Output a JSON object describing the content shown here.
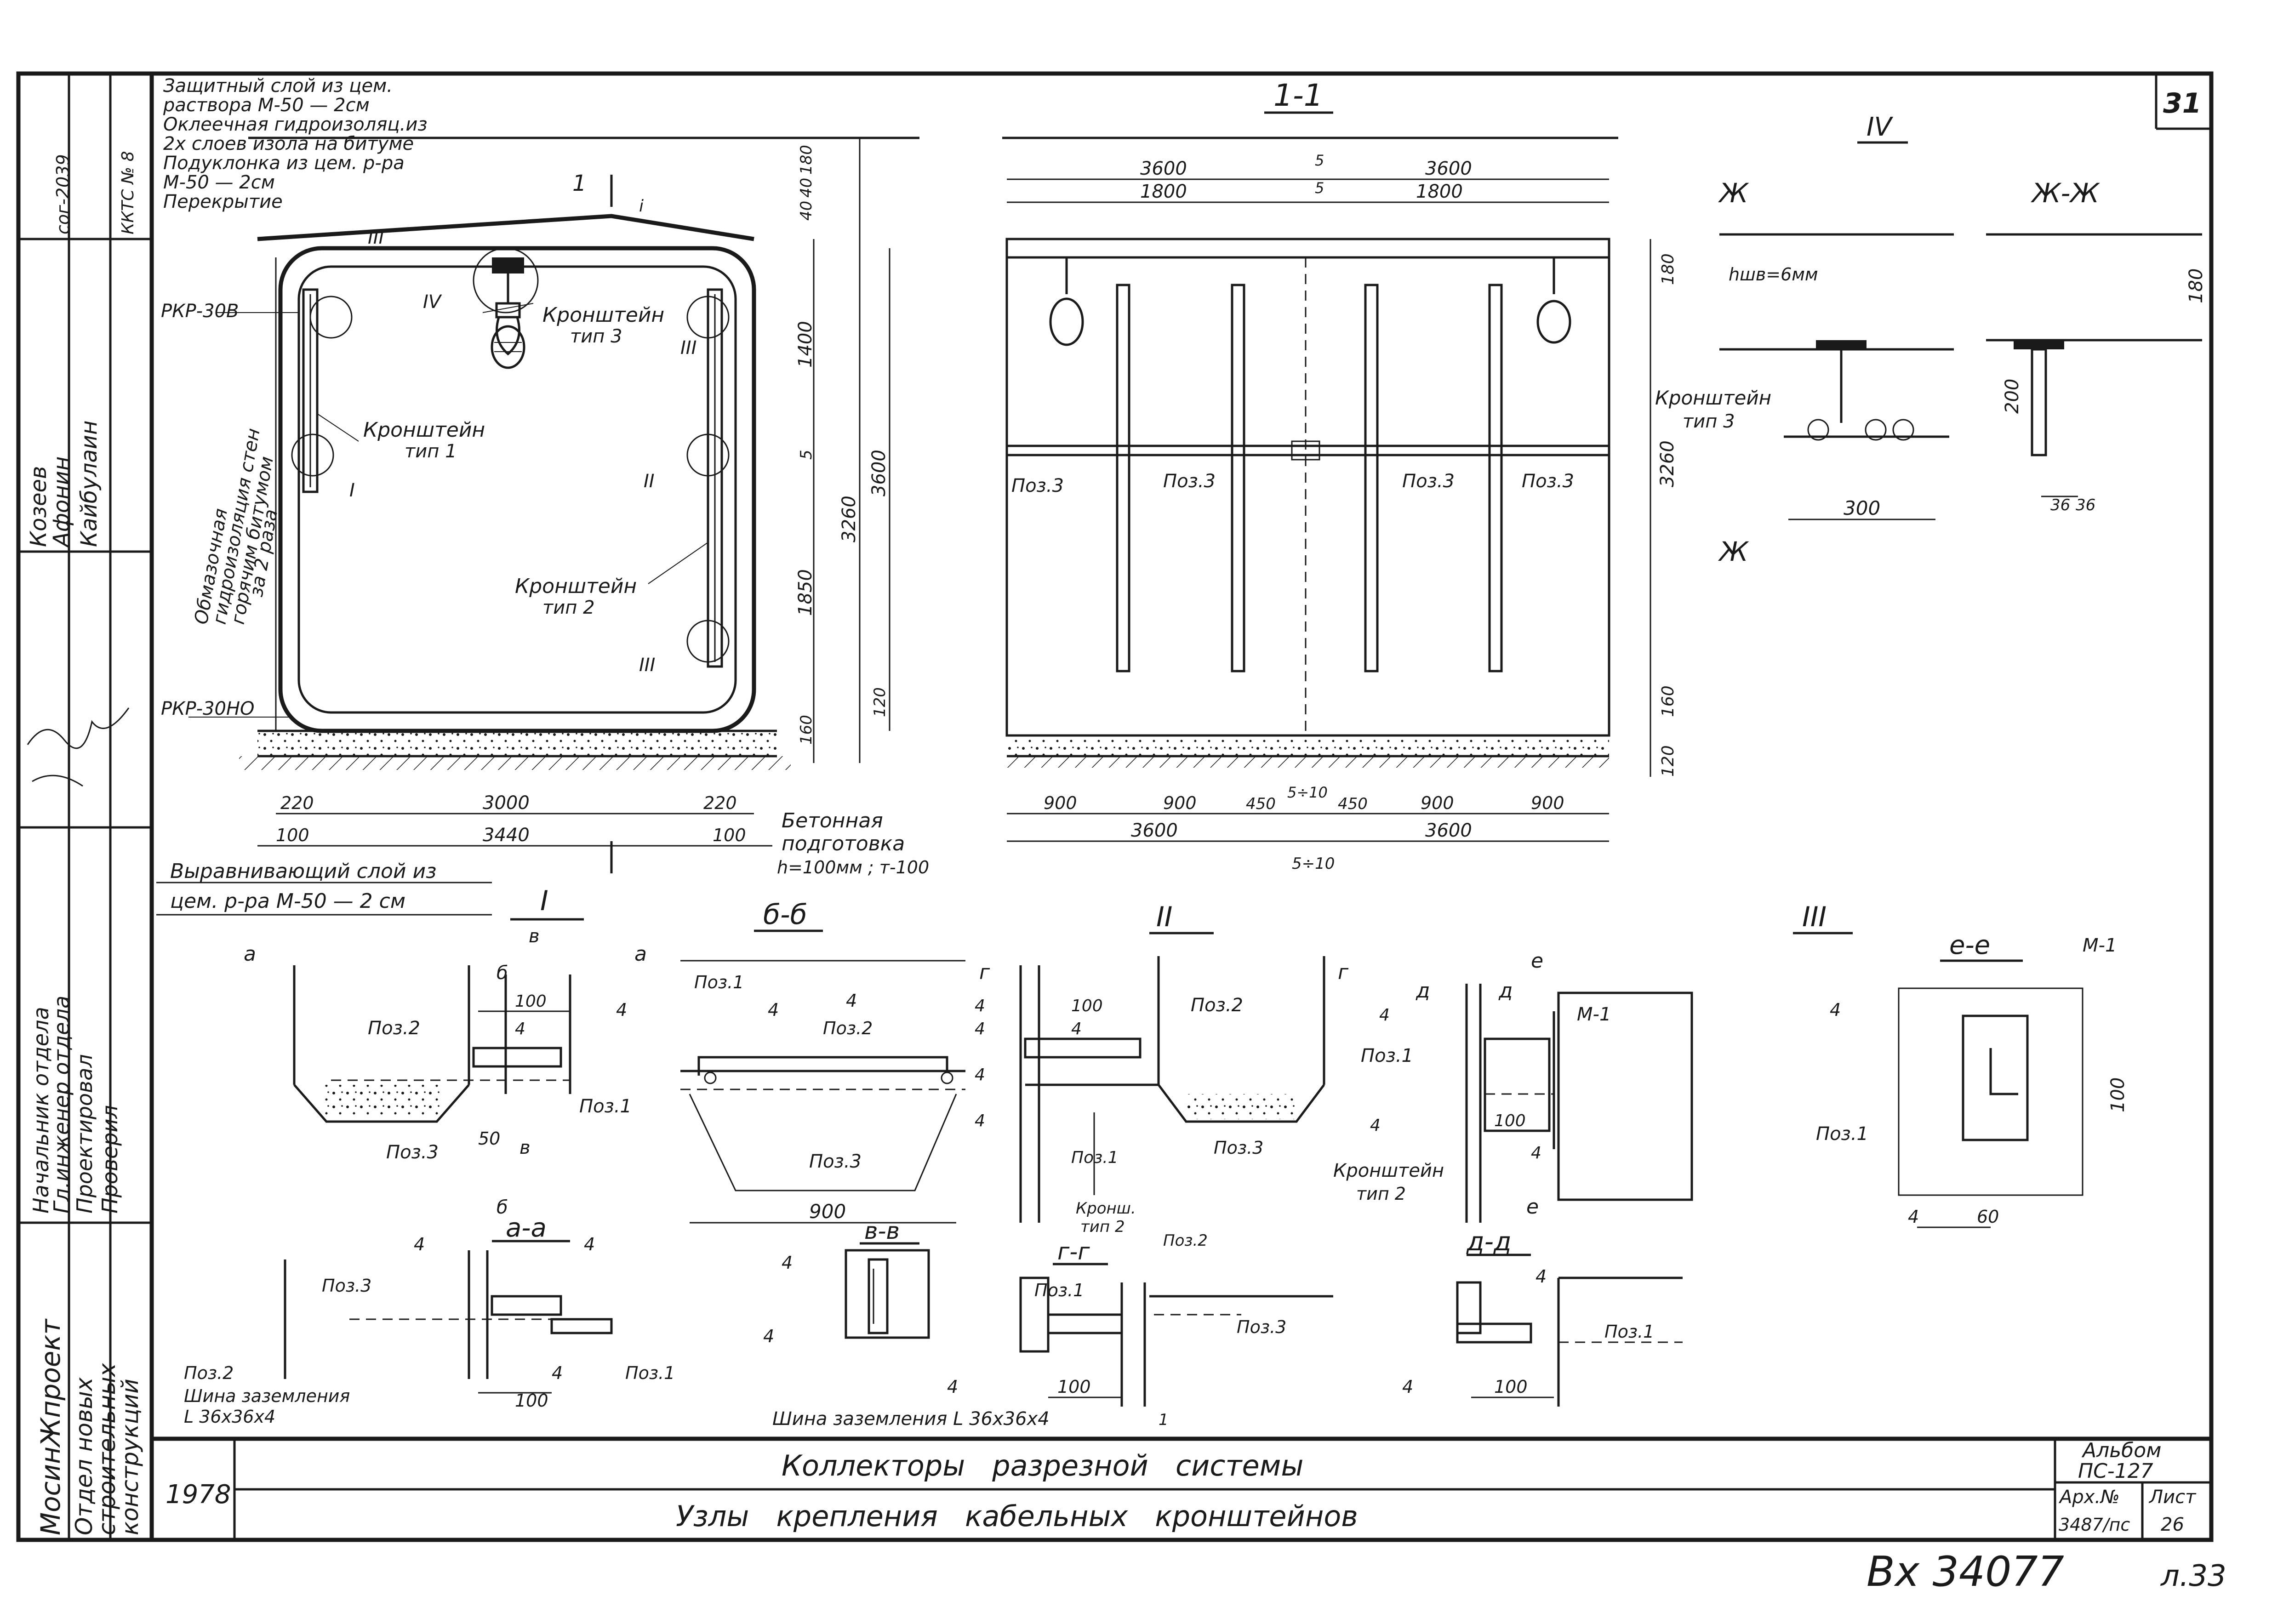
{
  "sheet": {
    "sheet_number": "31",
    "album_label": "Альбом",
    "album_value": "ПС-127",
    "arch_label": "Арх.№",
    "arch_value": "3487/пс",
    "list_label": "Лист",
    "list_value": "26",
    "year": "1978",
    "title_line1": "Коллекторы   разрезной   системы",
    "title_line2": "Узлы   крепления   кабельных   кронштейнов",
    "stamp": "Вх 34077",
    "stamp_sheet": "л.33"
  },
  "side_stamp": {
    "org": "МосинЖпроект",
    "dept": [
      "Отдел новых",
      "строительных",
      "конструкций"
    ],
    "roles": [
      "Начальник отдела",
      "Гл.инженер отдела",
      "Проектировал",
      "Проверил"
    ],
    "names": [
      "Козеев",
      "Афонин",
      "Кайбулаин"
    ],
    "codes": [
      "сог-2039",
      "ККТС № 8"
    ]
  },
  "section_main": {
    "layers": [
      "Защитный слой из цем.",
      "раствора М-50 — 2см",
      "Оклеечная гидроизоляц.из",
      "2х слоев изола на битуме",
      "Подуклонка из цем. р-ра",
      "М-50 — 2см",
      "Перекрытие"
    ],
    "slope": "i",
    "cut_mark": "1",
    "rkr_top": "РКР-30В",
    "rkr_bottom": "РКР-30НО",
    "wall_iso": [
      "Обмазочная",
      "гидроизоляция стен",
      "горячим битумом",
      "за 2 раза"
    ],
    "bracket1": [
      "Кронштейн",
      "тип 1"
    ],
    "bracket2": [
      "Кронштейн",
      "тип 2"
    ],
    "bracket3": [
      "Кронштейн",
      "тип 3"
    ],
    "node_marks": [
      "III",
      "IV",
      "III",
      "I",
      "II",
      "III"
    ],
    "dims_v": [
      "180",
      "40",
      "40",
      "1400",
      "5",
      "3260",
      "3600",
      "1850",
      "120",
      "160"
    ],
    "dims_h": [
      "220",
      "3000",
      "220",
      "100",
      "3440",
      "100"
    ],
    "concrete": [
      "Бетонная",
      "подготовка",
      "h=100мм ; т-100"
    ],
    "leveling": [
      "Выравнивающий слой из",
      "цем. р-ра М-50 — 2 см"
    ]
  },
  "section_11": {
    "title": "1-1",
    "dims_top": [
      "3600",
      "5",
      "3600",
      "1800",
      "5",
      "1800"
    ],
    "pos": [
      "Поз.3",
      "Поз.3",
      "Поз.3",
      "Поз.3"
    ],
    "dims_right": [
      "180",
      "3260",
      "160",
      "120"
    ],
    "dims_bottom": [
      "900",
      "900",
      "450",
      "5÷10",
      "450",
      "900",
      "900",
      "3600",
      "3600",
      "5÷10"
    ]
  },
  "node_iv": {
    "title": "IV",
    "section_mark": "Ж",
    "section_title": "Ж-Ж",
    "weld": "hшв=6мм",
    "bracket": [
      "Кронштейн",
      "тип 3"
    ],
    "dims": [
      "300",
      "200",
      "180",
      "36",
      "36"
    ]
  },
  "node_i": {
    "title": "I",
    "marks": [
      "а",
      "а",
      "в",
      "б",
      "б",
      "в"
    ],
    "pos": [
      "Поз.2",
      "Поз.1",
      "Поз.3"
    ],
    "dims": [
      "100",
      "4",
      "50"
    ]
  },
  "section_bb": {
    "title": "б-б",
    "pos": [
      "Поз.1",
      "Поз.2",
      "Поз.3"
    ],
    "dims": [
      "4",
      "4",
      "4",
      "900"
    ]
  },
  "node_ii": {
    "title": "II",
    "marks": [
      "г",
      "г"
    ],
    "pos": [
      "Поз.1",
      "Поз.2",
      "Поз.3"
    ],
    "dims": [
      "100",
      "4",
      "4",
      "4",
      "4",
      "4"
    ],
    "bracket": [
      "Кронш.",
      "тип 2"
    ]
  },
  "node_iii": {
    "title": "III",
    "marks": [
      "д",
      "д",
      "е",
      "е"
    ],
    "pos": [
      "Поз.1",
      "М-1"
    ],
    "dims": [
      "4",
      "4",
      "100",
      "4"
    ],
    "bracket": [
      "Кронштейн",
      "тип 2"
    ],
    "section_title": "е-е",
    "section_mark_m": "М-1",
    "section_pos": "Поз.1",
    "section_dims": [
      "4",
      "100",
      "4",
      "60"
    ]
  },
  "section_aa": {
    "title": "а-а",
    "pos": [
      "Поз.3",
      "Поз.1",
      "Поз.2"
    ],
    "dims": [
      "4",
      "4",
      "4",
      "100"
    ],
    "bus": [
      "Шина заземления",
      "L 36х36х4"
    ]
  },
  "section_vv": {
    "title": "в-в",
    "dims": [
      "4",
      "4"
    ]
  },
  "section_gg": {
    "title": "г-г",
    "pos": [
      "Поз.1",
      "Поз.2",
      "Поз.3"
    ],
    "dims": [
      "100",
      "4",
      "1"
    ],
    "bus": "Шина заземления L 36х36х4"
  },
  "section_dd": {
    "title": "д-д",
    "pos": "Поз.1",
    "dims": [
      "4",
      "4",
      "100"
    ]
  }
}
